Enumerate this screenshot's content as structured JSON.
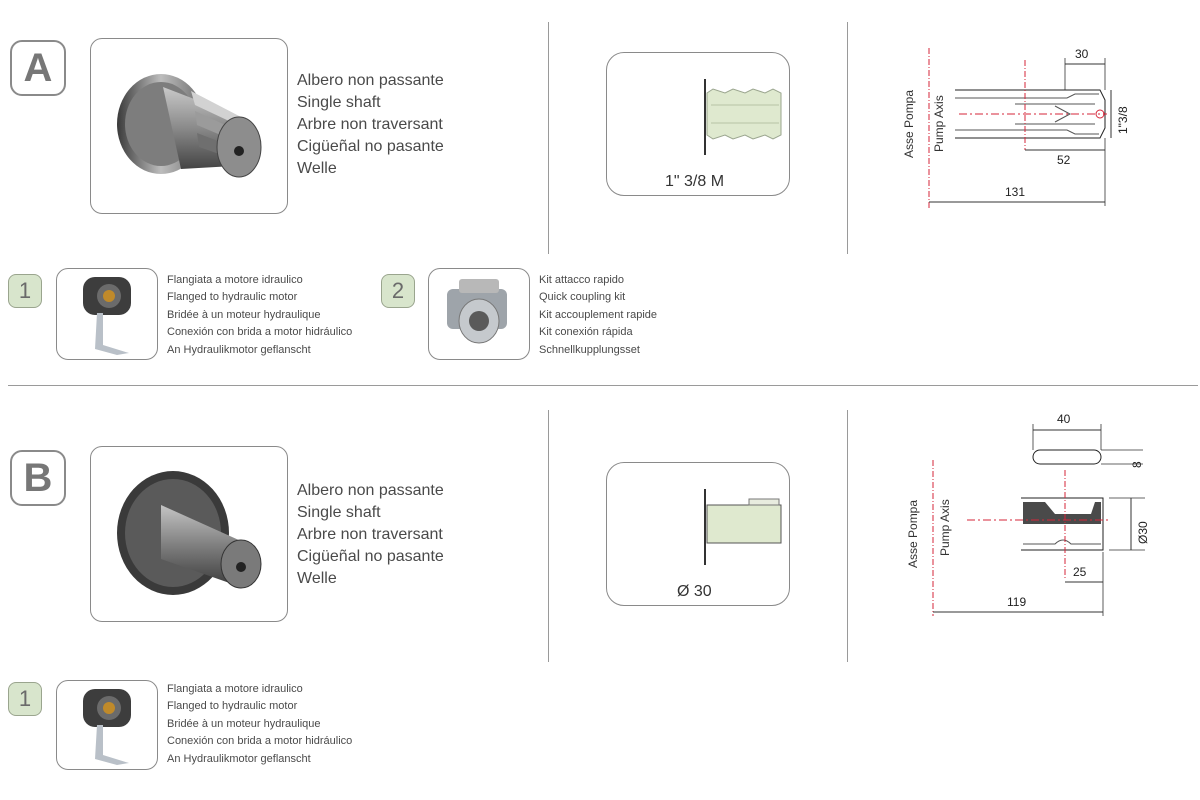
{
  "section_a": {
    "letter": "A",
    "description": [
      "Albero non passante",
      "Single shaft",
      "Arbre non traversant",
      "Cigüeñal no pasante",
      "Welle"
    ],
    "profile_label": "1\" 3/8 M",
    "drawing": {
      "axis_it": "Asse Pompa",
      "axis_en": "Pump Axis",
      "dim_top": "30",
      "dim_side": "1\"3/8",
      "dim_mid": "52",
      "dim_total": "131"
    },
    "accessories": [
      {
        "number": "1",
        "lines": [
          "Flangiata a motore idraulico",
          "Flanged to hydraulic motor",
          "Bridée à un moteur hydraulique",
          "Conexión con brida a motor hidráulico",
          "An Hydraulikmotor geflanscht"
        ]
      },
      {
        "number": "2",
        "lines": [
          "Kit attacco rapido",
          "Quick coupling kit",
          "Kit accouplement rapide",
          "Kit conexión rápida",
          "Schnellkupplungsset"
        ]
      }
    ]
  },
  "section_b": {
    "letter": "B",
    "description": [
      "Albero non passante",
      "Single shaft",
      "Arbre non traversant",
      "Cigüeñal no pasante",
      "Welle"
    ],
    "profile_label": "Ø 30",
    "drawing": {
      "axis_it": "Asse Pompa",
      "axis_en": "Pump Axis",
      "dim_key_len": "40",
      "dim_key_w": "8",
      "dim_dia": "Ø30",
      "dim_step": "25",
      "dim_total": "119"
    },
    "accessories": [
      {
        "number": "1",
        "lines": [
          "Flangiata a motore idraulico",
          "Flanged to hydraulic motor",
          "Bridée à un moteur hydraulique",
          "Conexión con brida a motor hidráulico",
          "An Hydraulikmotor geflanscht"
        ]
      }
    ]
  },
  "colors": {
    "badge_green": "#d8e5cc",
    "profile_green": "#dfe9cf",
    "axis_red": "#d6263a",
    "border_gray": "#8a8a8a"
  }
}
